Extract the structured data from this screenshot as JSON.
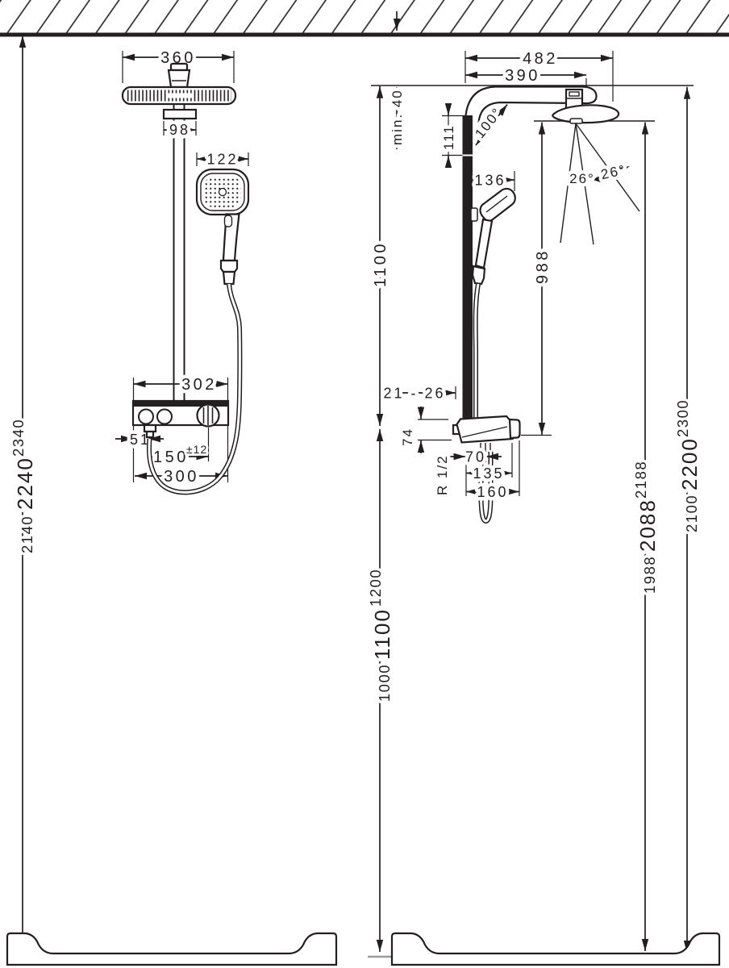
{
  "colors": {
    "line": "#231f20",
    "floor_ref": "#9b9b9b",
    "background": "#ffffff"
  },
  "front_view": {
    "head_width": "360",
    "flange_width": "98",
    "hand_shower_width": "122",
    "valve_width": "302",
    "hose_outlet_offset": "51",
    "outlet_center": "150",
    "outlet_tolerance": "±12",
    "connection_width": "300",
    "height_stack": {
      "low": "2140",
      "main": "2240",
      "high": "2340"
    }
  },
  "side_view": {
    "arm_reach_total": "482",
    "arm_reach": "390",
    "ceiling_clearance": "min. 40",
    "arm_drop": "111",
    "arm_angle": "100°",
    "hand_shower_depth": "136",
    "spray_angle_left": "26°",
    "spray_angle_right": "26°",
    "bar_span": "1100",
    "head_to_valve": "988",
    "wall_clearance": "21 - 26",
    "valve_drop": "74",
    "connection_thread": "R 1/2",
    "hose_outlet_depth": "70",
    "valve_depth": "135",
    "knob_depth": "160",
    "head_height_stack": {
      "low": "1988",
      "main": "2088",
      "high": "2188"
    },
    "total_height_stack": {
      "low": "2100",
      "main": "2200",
      "high": "2300"
    },
    "valve_height_stack": {
      "low": "1000",
      "main": "1100",
      "high": "1200"
    }
  }
}
